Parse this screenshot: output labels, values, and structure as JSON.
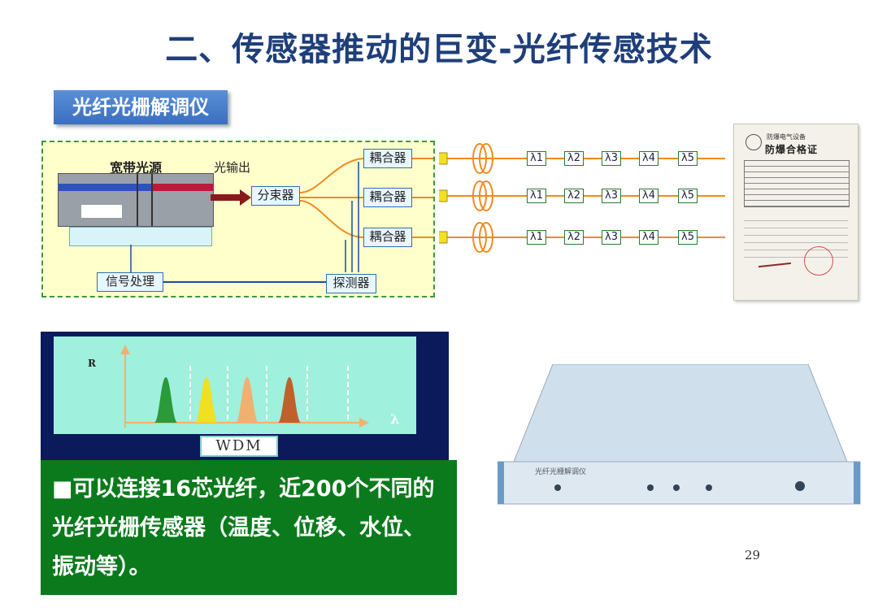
{
  "slide": {
    "title": "二、传感器推动的巨变-光纤传感技术",
    "section_tag": "光纤光栅解调仪",
    "page_number": "29"
  },
  "diagram": {
    "broadband_source": "宽带光源",
    "light_output": "光输出",
    "splitter": "分束器",
    "couplers": [
      "耦合器",
      "耦合器",
      "耦合器"
    ],
    "signal_processing": "信号处理",
    "detector": "探测器",
    "gratings": [
      [
        "λ1",
        "λ2",
        "λ3",
        "λ4",
        "λ5"
      ],
      [
        "λ1",
        "λ2",
        "λ3",
        "λ4",
        "λ5"
      ],
      [
        "λ1",
        "λ2",
        "λ3",
        "λ4",
        "λ5"
      ]
    ]
  },
  "certificate": {
    "heading": "防爆电气设备",
    "title": "防爆合格证"
  },
  "wdm_chart": {
    "y_axis_label": "R",
    "x_axis_label": "λ",
    "label": "WDM",
    "peak_colors": [
      "#2a9a3a",
      "#f0e020",
      "#f2b070",
      "#c0602a"
    ]
  },
  "note": {
    "text": "■可以连接16芯光纤，近200个不同的光纤光栅传感器（温度、位移、水位、振动等）。"
  },
  "device": {
    "panel_label": "光纤光栅解调仪"
  }
}
